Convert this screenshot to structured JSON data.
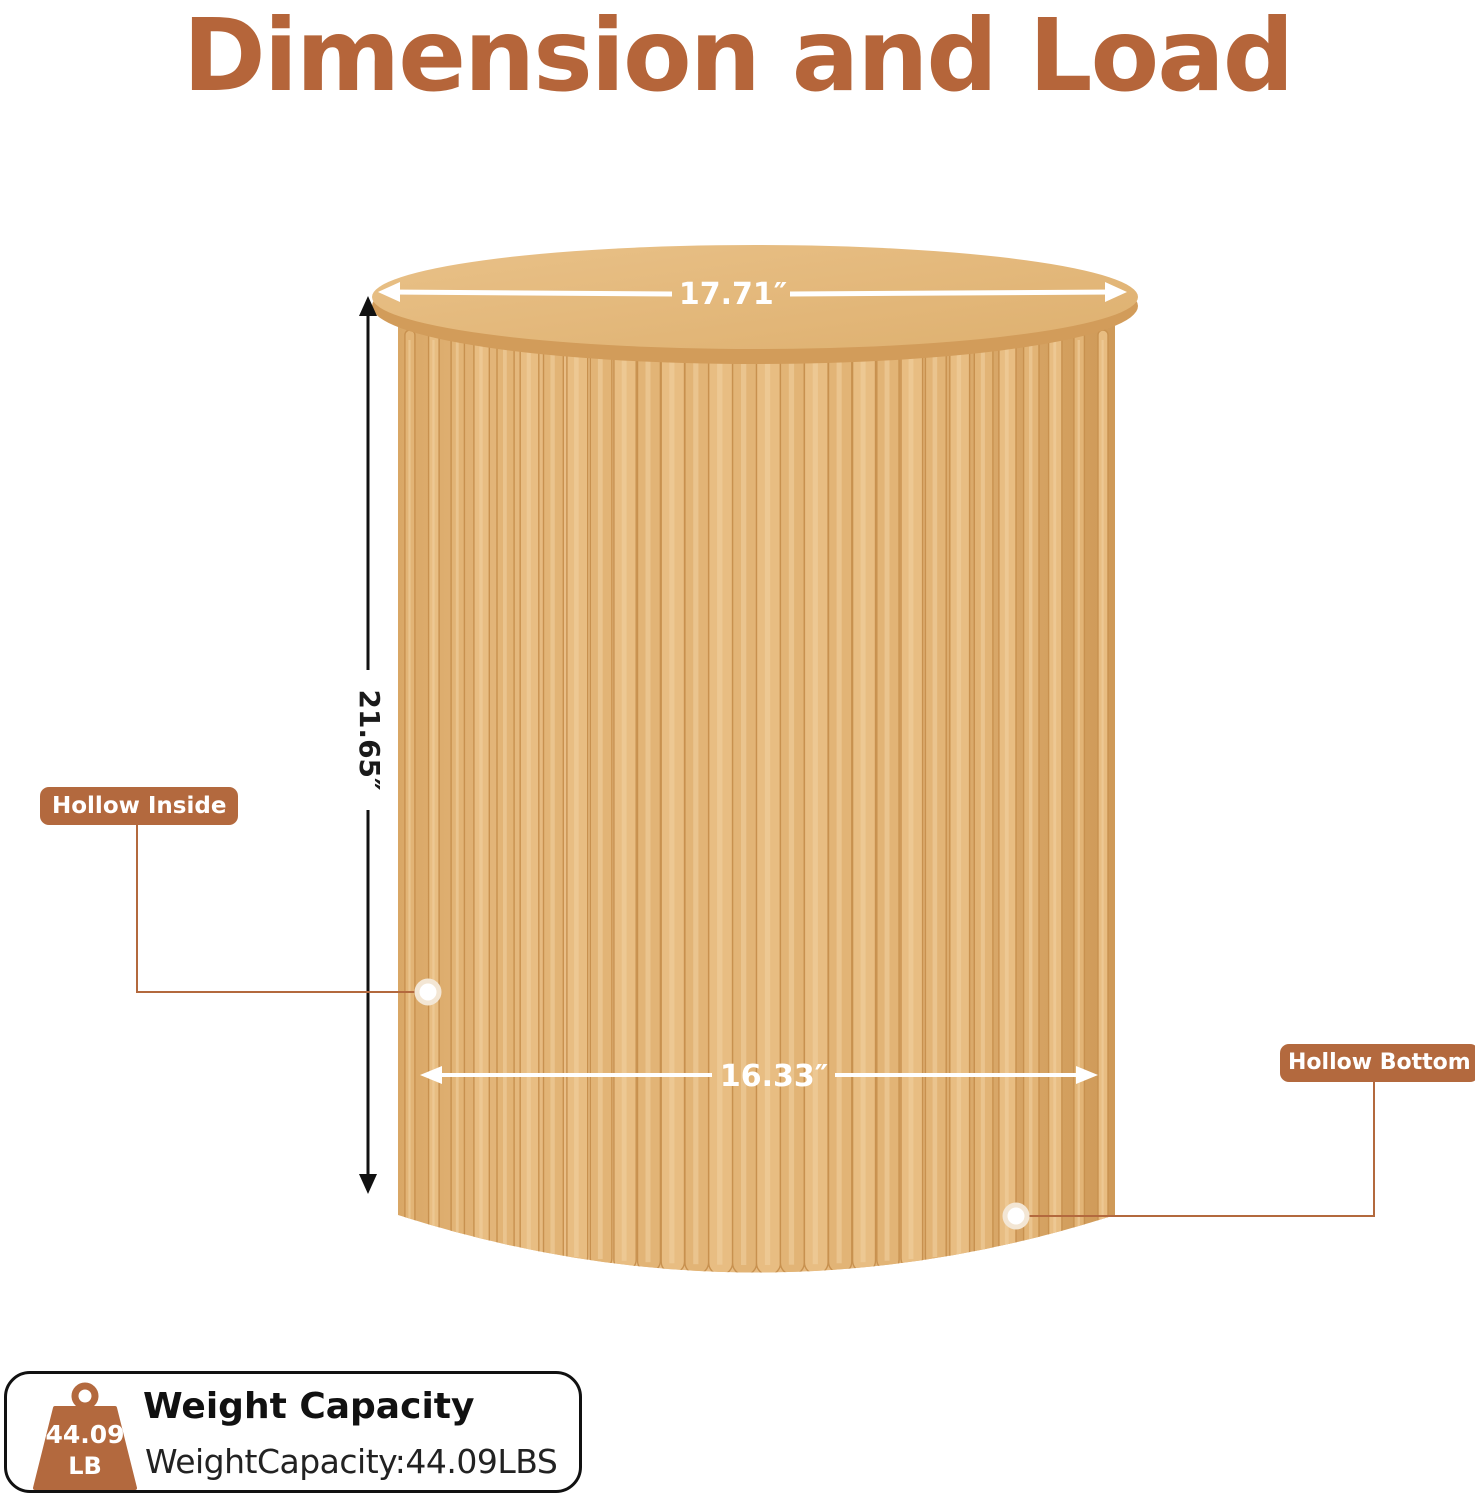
{
  "title": "Dimension and Load",
  "dimensions": {
    "top_diameter": "17.71″",
    "height": "21.65″",
    "body_width": "16.33″"
  },
  "callouts": {
    "inside": "Hollow Inside",
    "bottom": "Hollow Bottom"
  },
  "weight": {
    "icon_value": "44.09",
    "icon_unit": "LB",
    "heading": "Weight Capacity",
    "description": "WeightCapacity:44.09LBS"
  },
  "colors": {
    "accent": "#b5653a",
    "wood": "#e3b676",
    "wood_dark": "#c99350"
  }
}
